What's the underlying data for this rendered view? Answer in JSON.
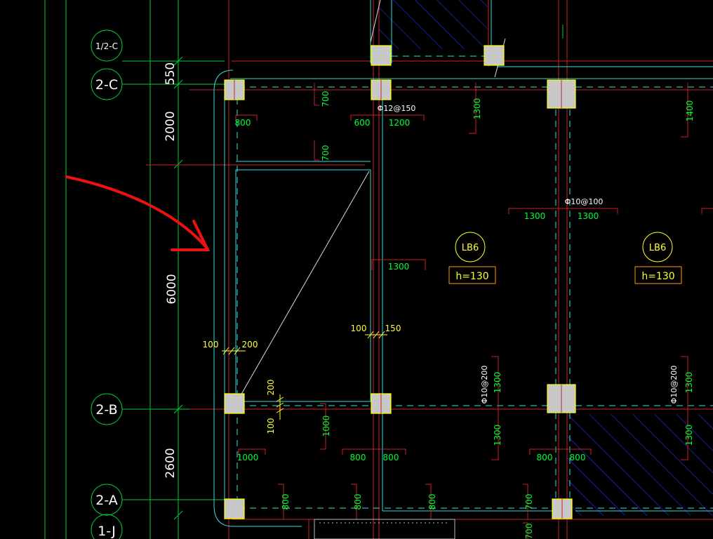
{
  "axis_labels": {
    "a12c": "1/2-C",
    "a2c": "2-C",
    "a2b": "2-B",
    "a2a": "2-A",
    "a1j": "1-J"
  },
  "vertical_dimensions": {
    "d550": "550",
    "d2000": "2000",
    "d6000": "6000",
    "d2600": "2600"
  },
  "reinforcement_labels": {
    "top_bar_1": "Φ12@150",
    "top_bar_2": "Φ10@100",
    "side_bar_1": "Φ10@200",
    "side_bar_2": "Φ10@200"
  },
  "slabs": [
    {
      "name": "LB6",
      "thickness": "h=130"
    },
    {
      "name": "LB6",
      "thickness": "h=130"
    }
  ],
  "rebar_lengths": {
    "r700a": "700",
    "r800a": "800",
    "r600": "600",
    "r1200": "1200",
    "r1300v1": "1300",
    "r1400": "1400",
    "r700b": "700",
    "r1300h1": "1300",
    "r1300h2": "1300",
    "r1300mid": "1300",
    "r1300v2": "1300",
    "r1300v3": "1300",
    "r1300v4": "1300",
    "r1300v5": "1300",
    "r1000v": "1000",
    "r1000h": "1000",
    "r800b": "800",
    "r800c": "800",
    "r800d": "800",
    "r800e": "800",
    "r800f": "800",
    "r800g": "800",
    "r800h": "800",
    "r700c": "700",
    "r700d": "700"
  },
  "thickness_marks": {
    "t100a": "100",
    "t200a": "200",
    "t100b": "100",
    "t150": "150",
    "t200b": "200",
    "t100c": "100"
  },
  "colors": {
    "background": "#000000",
    "axis_line_green": "#00cc33",
    "beam_red": "#cc2222",
    "wall_cyan": "#33dddd",
    "rebar_text_green": "#00ff33",
    "column_fill": "#c8c8c8",
    "column_border": "#ffff00",
    "hatch_blue": "#2233ff",
    "annotation_arrow": "#ee1111",
    "slab_label_yellow": "#ffff33",
    "slab_thickness_orange": "#ff9900"
  }
}
